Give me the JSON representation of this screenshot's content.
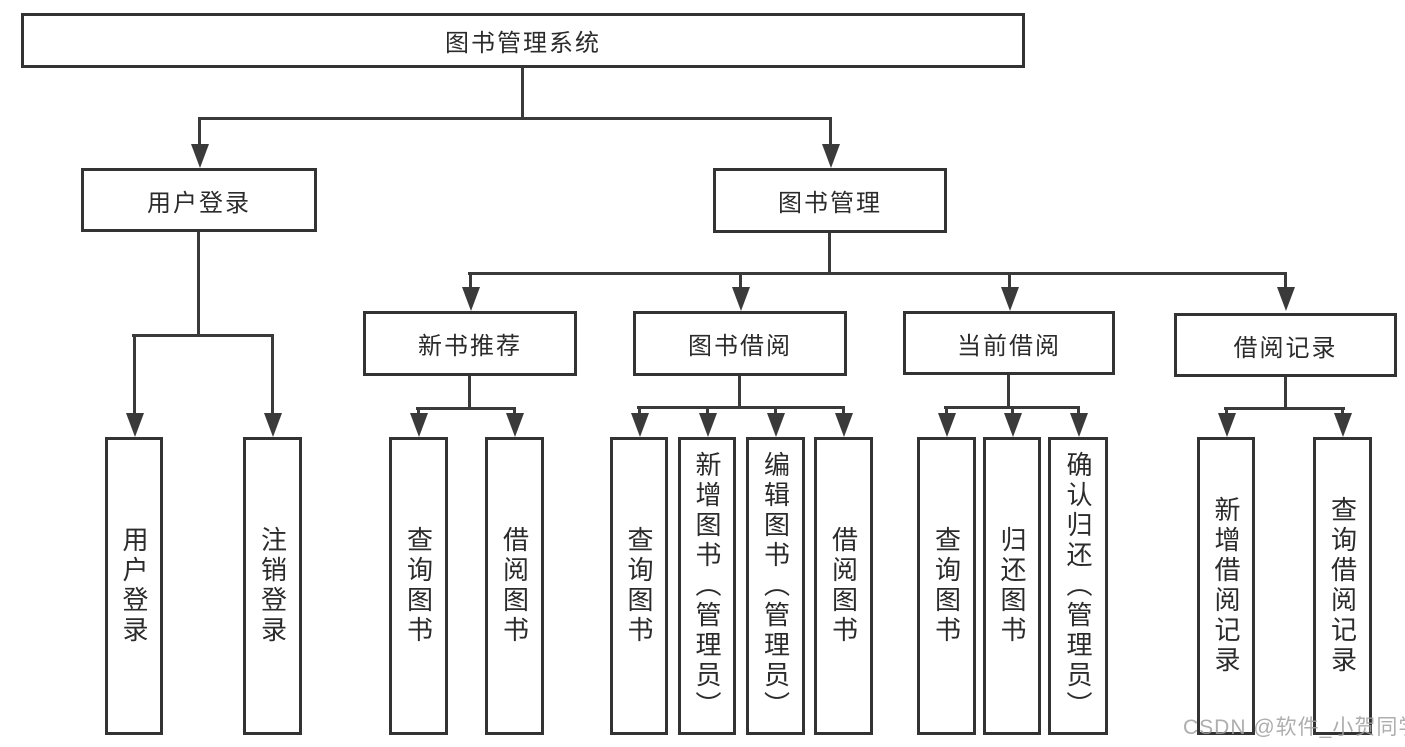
{
  "diagram": {
    "root_label": "图书管理系统",
    "level1": [
      {
        "label": "用户登录"
      },
      {
        "label": "图书管理"
      }
    ],
    "level2": [
      {
        "label": "新书推荐"
      },
      {
        "label": "图书借阅"
      },
      {
        "label": "当前借阅"
      },
      {
        "label": "借阅记录"
      }
    ],
    "leaves": {
      "user_login": [
        "用户登录",
        "注销登录"
      ],
      "new_book": [
        "查询图书",
        "借阅图书"
      ],
      "book_borrow": [
        "查询图书",
        "新增图书（管理员）",
        "编辑图书（管理员）",
        "借阅图书"
      ],
      "current_borrow": [
        "查询图书",
        "归还图书",
        "确认归还（管理员）"
      ],
      "borrow_record": [
        "新增借阅记录",
        "查询借阅记录"
      ]
    }
  },
  "watermark": "CSDN @软件_小贺同学",
  "colors": {
    "line": "#3a3a3a",
    "border": "#333333",
    "text": "#2b2b2b",
    "watermark": "#a0a0a0",
    "background": "#ffffff"
  }
}
